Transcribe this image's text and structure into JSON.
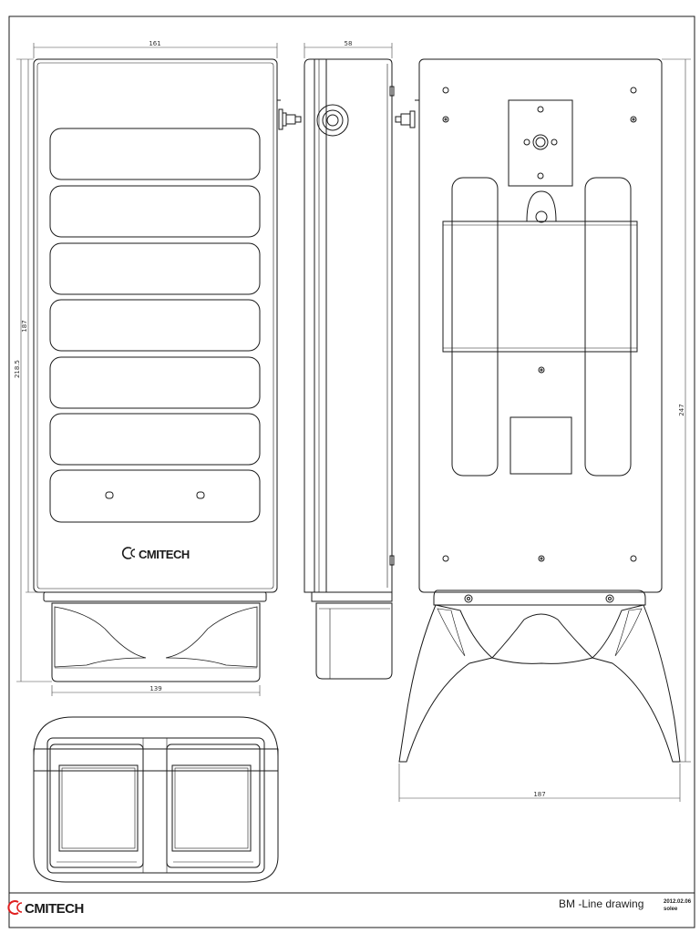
{
  "drawing": {
    "brand": "CMITECH",
    "title": "BM -Line drawing",
    "date": "2012.02.06",
    "author": "solee"
  },
  "dimensions": {
    "front_width": "161",
    "side_width": "58",
    "front_height_inner": "187",
    "front_height_total": "218.5",
    "base_width": "139",
    "back_height": "247",
    "back_base_width": "187"
  },
  "colors": {
    "line": "#1a1a1a",
    "dim_line": "#444444",
    "brand_accent": "#e02020"
  }
}
